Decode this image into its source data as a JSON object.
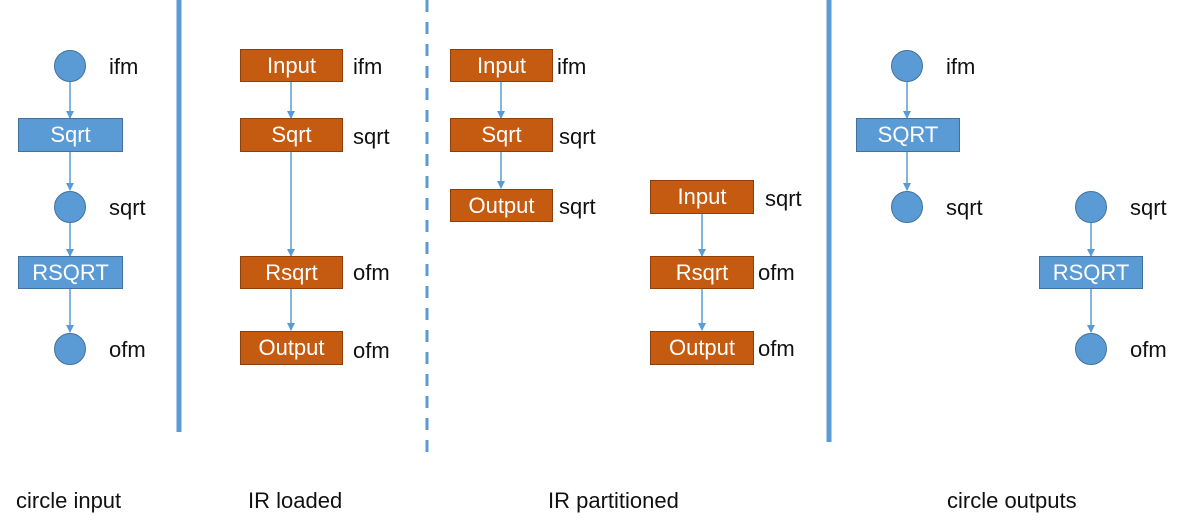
{
  "colors": {
    "blue_fill": "#5b9bd5",
    "blue_stroke": "#41719c",
    "orange_fill": "#c55a11",
    "divider": "#5b9bd5"
  },
  "captions": {
    "circle_input": "circle input",
    "ir_loaded": "IR loaded",
    "ir_partitioned": "IR partitioned",
    "circle_outputs": "circle outputs"
  },
  "circle_input": {
    "tensor_ifm": "ifm",
    "op_sqrt": "Sqrt",
    "tensor_sqrt": "sqrt",
    "op_rsqrt": "RSQRT",
    "tensor_ofm": "ofm"
  },
  "ir_loaded": {
    "input": "Input",
    "input_tensor": "ifm",
    "sqrt": "Sqrt",
    "sqrt_tensor": "sqrt",
    "rsqrt": "Rsqrt",
    "rsqrt_tensor": "ofm",
    "output": "Output",
    "output_tensor": "ofm"
  },
  "ir_partitioned": {
    "part1": {
      "input": "Input",
      "input_tensor": "ifm",
      "sqrt": "Sqrt",
      "sqrt_tensor": "sqrt",
      "output": "Output",
      "output_tensor": "sqrt"
    },
    "part2": {
      "input": "Input",
      "input_tensor": "sqrt",
      "rsqrt": "Rsqrt",
      "rsqrt_tensor": "ofm",
      "output": "Output",
      "output_tensor": "ofm"
    }
  },
  "circle_outputs": {
    "model1": {
      "tensor_ifm": "ifm",
      "op": "SQRT",
      "tensor_sqrt": "sqrt"
    },
    "model2": {
      "tensor_sqrt": "sqrt",
      "op": "RSQRT",
      "tensor_ofm": "ofm"
    }
  }
}
